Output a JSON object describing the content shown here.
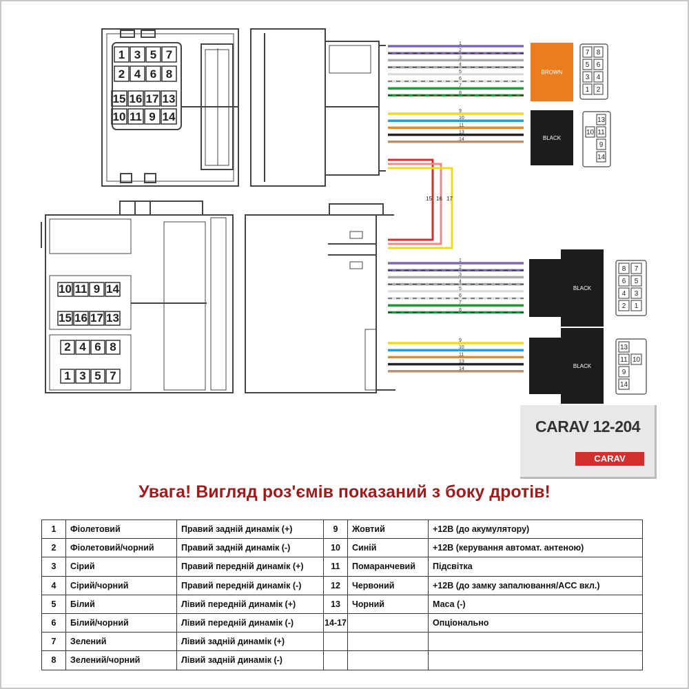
{
  "diagram": {
    "connector_pins_top": {
      "row1": [
        "1",
        "3",
        "5",
        "7"
      ],
      "row2": [
        "2",
        "4",
        "6",
        "8"
      ],
      "row3": [
        "15",
        "16",
        "17",
        "13"
      ],
      "row4": [
        "10",
        "11",
        "9",
        "14"
      ]
    },
    "connector_pins_bottom": {
      "row1": [
        "10",
        "11",
        "9",
        "14"
      ],
      "row2": [
        "15",
        "16",
        "17",
        "13"
      ],
      "row3": [
        "2",
        "4",
        "6",
        "8"
      ],
      "row4": [
        "1",
        "3",
        "5",
        "7"
      ]
    },
    "wire_labels_group1": [
      "1",
      "2",
      "3",
      "4",
      "5",
      "6",
      "7",
      "8"
    ],
    "wire_labels_group2": [
      "9",
      "10",
      "11",
      "13",
      "14"
    ],
    "crossover_labels": [
      "15",
      "16",
      "17"
    ],
    "plug_top_1_label": "BROWN",
    "plug_top_2_label": "BLACK",
    "plug_bottom_1_label": "BLACK",
    "plug_bottom_2_label": "BLACK",
    "plug_top_1_pins": [
      [
        "7",
        "8"
      ],
      [
        "5",
        "6"
      ],
      [
        "3",
        "4"
      ],
      [
        "1",
        "2"
      ]
    ],
    "plug_top_2_pins": [
      [
        "",
        "13"
      ],
      [
        "10",
        "11"
      ],
      [
        "",
        "9"
      ],
      [
        "",
        "14"
      ]
    ],
    "plug_bottom_1_pins": [
      [
        "8",
        "7"
      ],
      [
        "6",
        "5"
      ],
      [
        "4",
        "3"
      ],
      [
        "2",
        "1"
      ]
    ],
    "plug_bottom_2_pins": [
      [
        "13",
        ""
      ],
      [
        "11",
        "10"
      ],
      [
        "9",
        ""
      ],
      [
        "14",
        ""
      ]
    ],
    "colors": {
      "violet": "#7b68b0",
      "grey": "#a9a9a9",
      "white": "#dcdcdc",
      "green": "#1f9a3a",
      "yellow": "#f2d81c",
      "blue": "#1fa0e0",
      "orange": "#e58a1f",
      "red": "#d32f2f",
      "black": "#222222",
      "brown": "#b8916b",
      "plug_brown": "#ea7d1e",
      "plug_black": "#1c1c1c"
    }
  },
  "brand": {
    "model": "CARAV 12-204",
    "logo": "CARAV"
  },
  "warning": "Увага! Вигляд роз'ємів показаний з боку дротів!",
  "legend": {
    "rows": [
      {
        "n": "1",
        "color": "Фіолетовий",
        "func": "Правий задній динамік (+)",
        "n2": "9",
        "color2": "Жовтий",
        "func2": "+12В (до акумулятору)"
      },
      {
        "n": "2",
        "color": "Фіолетовий/чорний",
        "func": "Правий задній динамік (-)",
        "n2": "10",
        "color2": "Синій",
        "func2": "+12В (керування автомат. антеною)"
      },
      {
        "n": "3",
        "color": "Сірий",
        "func": "Правий передній динамік (+)",
        "n2": "11",
        "color2": "Помаранчевий",
        "func2": "Підсвітка"
      },
      {
        "n": "4",
        "color": "Сірий/чорний",
        "func": "Правий передній динамік (-)",
        "n2": "12",
        "color2": "Червоний",
        "func2": "+12В (до замку запалювання/ACC вкл.)"
      },
      {
        "n": "5",
        "color": "Білий",
        "func": "Лівий передній динамік (+)",
        "n2": "13",
        "color2": "Чорний",
        "func2": "Маса (-)"
      },
      {
        "n": "6",
        "color": "Білий/чорний",
        "func": "Лівий передній динамік (-)",
        "n2": "14-17",
        "color2": "",
        "func2": "Опціонально"
      },
      {
        "n": "7",
        "color": "Зелений",
        "func": "Лівий задній динамік (+)",
        "n2": "",
        "color2": "",
        "func2": ""
      },
      {
        "n": "8",
        "color": "Зелений/чорний",
        "func": "Лівий задній динамік (-)",
        "n2": "",
        "color2": "",
        "func2": ""
      }
    ]
  }
}
